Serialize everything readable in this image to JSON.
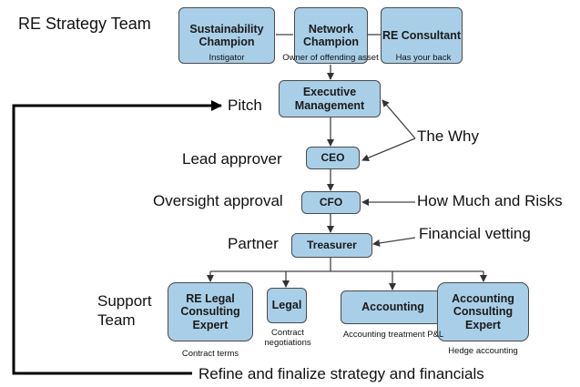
{
  "team_label": "RE Strategy Team",
  "nodes": {
    "sustainability": "Sustainability Champion",
    "network": "Network Champion",
    "re_consultant": "RE Consultant",
    "executive": "Executive Management",
    "ceo": "CEO",
    "cfo": "CFO",
    "treasurer": "Treasurer",
    "legal_expert": "RE Legal Consulting Expert",
    "legal": "Legal",
    "accounting": "Accounting",
    "accounting_expert": "Accounting Consulting Expert"
  },
  "roles": {
    "instigator": "Instigator",
    "owner": "Owner of offending  asset",
    "back": "Has your back",
    "contract_terms": "Contract terms",
    "contract_negotiations": "Contract negotiations",
    "accounting_treatment": "Accounting treatment P&L",
    "hedge": "Hedge accounting"
  },
  "annotations": {
    "pitch": "Pitch",
    "the_why": "The Why",
    "lead_approver": "Lead approver",
    "oversight": "Oversight approval",
    "how_much": "How Much and Risks",
    "partner": "Partner",
    "vetting": "Financial vetting",
    "support_team": "Support Team",
    "refine": "Refine and finalize strategy and financials"
  },
  "colors": {
    "box_fill": "#a9cfe8",
    "box_border": "#4a4a4a",
    "line": "#444444"
  }
}
